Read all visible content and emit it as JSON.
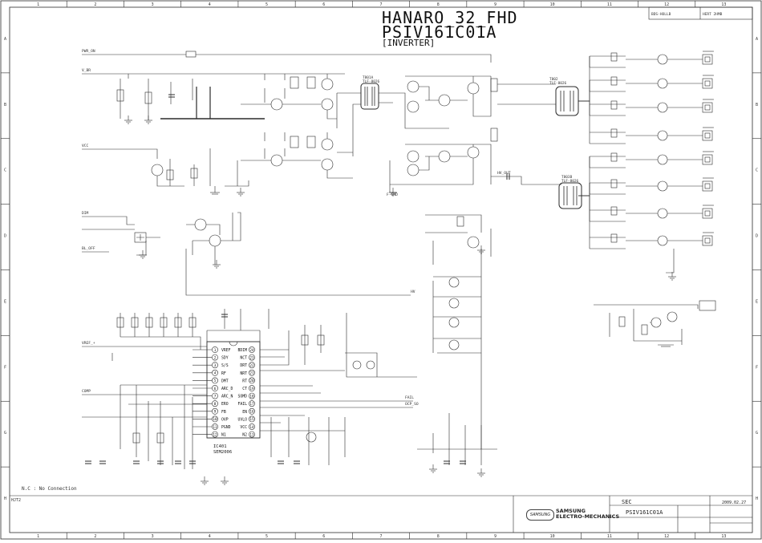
{
  "title": {
    "model": "HANARO_32_FHD",
    "part": "PSIV161C01A",
    "section": "[INVERTER]"
  },
  "frame": {
    "columns": [
      "1",
      "2",
      "3",
      "4",
      "5",
      "6",
      "7",
      "8",
      "9",
      "10",
      "11",
      "12",
      "13"
    ],
    "rows": [
      "A",
      "B",
      "C",
      "D",
      "E",
      "F",
      "G",
      "H"
    ]
  },
  "ic": {
    "ref": "IC401",
    "part": "SEM2006",
    "left_pins": [
      {
        "num": "1",
        "name": "VREF"
      },
      {
        "num": "2",
        "name": "SDY"
      },
      {
        "num": "3",
        "name": "S/S"
      },
      {
        "num": "4",
        "name": "RF"
      },
      {
        "num": "5",
        "name": "DMT"
      },
      {
        "num": "6",
        "name": "ARC_D"
      },
      {
        "num": "7",
        "name": "ARC_N"
      },
      {
        "num": "8",
        "name": "ERO"
      },
      {
        "num": "9",
        "name": "FB"
      },
      {
        "num": "10",
        "name": "OVP"
      },
      {
        "num": "11",
        "name": "PGND"
      },
      {
        "num": "12",
        "name": "N1"
      }
    ],
    "right_pins": [
      {
        "num": "24",
        "name": "BDIM"
      },
      {
        "num": "23",
        "name": "NCT"
      },
      {
        "num": "22",
        "name": "DRT"
      },
      {
        "num": "21",
        "name": "NRT"
      },
      {
        "num": "20",
        "name": "RT"
      },
      {
        "num": "19",
        "name": "CT"
      },
      {
        "num": "18",
        "name": "SOMD"
      },
      {
        "num": "17",
        "name": "FAIL"
      },
      {
        "num": "16",
        "name": "EN"
      },
      {
        "num": "15",
        "name": "UVLO"
      },
      {
        "num": "14",
        "name": "VCC"
      },
      {
        "num": "13",
        "name": "N2"
      }
    ]
  },
  "nets": {
    "pwr_on": "PWR_ON",
    "vbr": "V_BR",
    "vref": "VREF_+",
    "dim": "DIM",
    "bl_off": "BL_OFF",
    "comp": "COMP",
    "fail": "FAIL",
    "ocp": "OCP_SO",
    "vcc": "VCC",
    "gnd": "F-GND",
    "hv": "HV",
    "lamp_hv": "HV_OUT"
  },
  "transformers": [
    {
      "ref": "T801A",
      "part": "TLF-8026"
    },
    {
      "ref": "T802",
      "part": "TLF-8026"
    },
    {
      "ref": "T803B",
      "part": "TLF-8026"
    }
  ],
  "note": "N.C : No Connection",
  "title_block": {
    "maker": "SEC",
    "part_no": "PSIV161C01A",
    "date": "2009.02.27",
    "brand_logo": "SAMSUNG",
    "brand_name_line1": "SAMSUNG",
    "brand_name_line2": "ELECTRO-MECHANICS",
    "corner_code": "HJT2",
    "header_left": "BDS-HOLLB",
    "header_right": "HERT 2HMB"
  }
}
